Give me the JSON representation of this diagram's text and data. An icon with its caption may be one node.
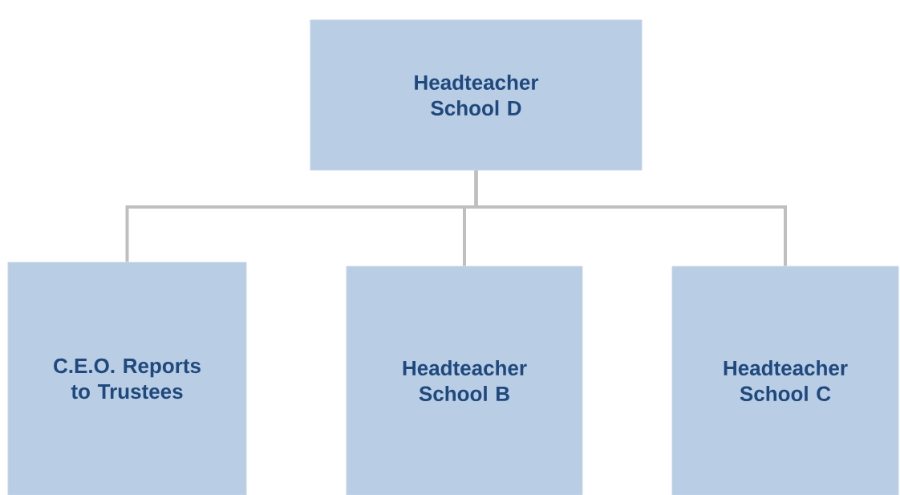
{
  "diagram": {
    "nodes": [
      {
        "text": [
          "Headteacher School D"
        ]
      },
      {
        "text": [
          "C.E.O. Reports to Trustees"
        ]
      },
      {
        "text": [
          "Headteacher School B"
        ]
      },
      {
        "text": [
          "Headteacher School C"
        ]
      }
    ],
    "edges": [
      {
        "from": 0,
        "to": 1,
        "arrow": "none"
      },
      {
        "from": 0,
        "to": 2,
        "arrow": "none"
      },
      {
        "from": 0,
        "to": 3,
        "arrow": "none"
      }
    ]
  }
}
